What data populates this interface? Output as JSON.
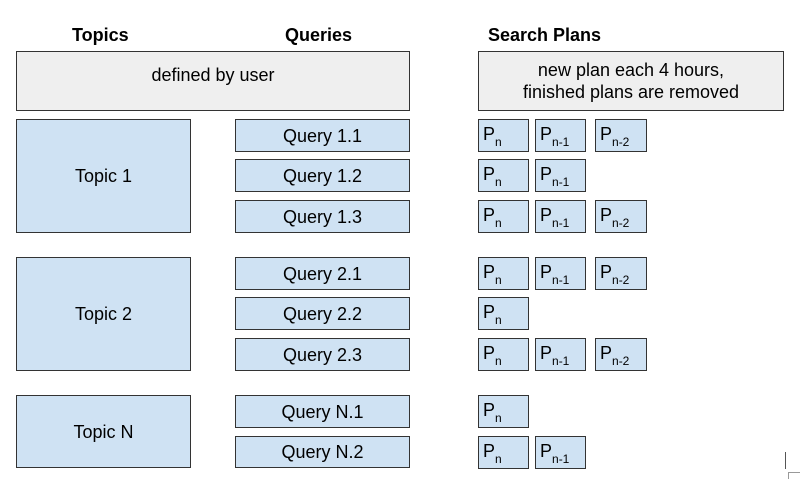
{
  "headers": {
    "topics": "Topics",
    "queries": "Queries",
    "plans": "Search Plans"
  },
  "notes": {
    "user": "defined by user",
    "plans_line1": "new plan each 4 hours,",
    "plans_line2": "finished plans are removed"
  },
  "topics": [
    "Topic 1",
    "Topic 2",
    "Topic N"
  ],
  "queries": [
    "Query 1.1",
    "Query 1.2",
    "Query 1.3",
    "Query 2.1",
    "Query 2.2",
    "Query 2.3",
    "Query N.1",
    "Query N.2"
  ],
  "plan": {
    "letter": "P",
    "sub0": "n",
    "sub1": "n-1",
    "sub2": "n-2"
  },
  "plan_counts": [
    3,
    2,
    3,
    3,
    1,
    3,
    1,
    2
  ]
}
